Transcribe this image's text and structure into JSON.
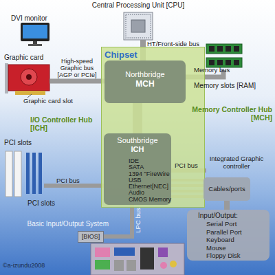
{
  "diagram": {
    "nodes": [
      {
        "text": [
          "Central Processing Unit [CPU]"
        ]
      },
      {
        "text": [
          "Graphic card"
        ]
      },
      {
        "text": [
          "Chipset"
        ]
      },
      {
        "text": [
          "Northbridge",
          "MCH"
        ],
        "in": 2
      },
      {
        "text": [
          "Memory slots [RAM]"
        ]
      },
      {
        "text": [
          "Southbridge",
          "ICH",
          "IDE",
          "SATA",
          "1394 \"FireWire",
          "USB",
          "Ethernet[NEC]",
          "Audio",
          "CMOS Memory"
        ],
        "in": 2
      },
      {
        "text": [
          "PCI slots"
        ]
      },
      {
        "text": [
          "Integrated Graphic controller"
        ]
      },
      {
        "text": [
          "Cables/ports"
        ]
      },
      {
        "text": [
          "Basic Input/Output System",
          "[BIOS]"
        ]
      },
      {
        "text": [
          "Input/Output:",
          "Serial Port",
          "Parallel Port",
          "Keyboard",
          "Mouse",
          "Floppy Disk"
        ]
      }
    ],
    "edges": [
      {
        "from": 0,
        "to": 3,
        "label": "HT/Front-side bus",
        "arrow": "none"
      },
      {
        "from": 1,
        "to": 3,
        "label": "High-speed Graphic bus [AGP or PCIe]",
        "arrow": "none"
      },
      {
        "from": 4,
        "to": 3,
        "label": "Memory bus",
        "arrow": "none"
      },
      {
        "from": 3,
        "to": 5,
        "arrow": "none"
      },
      {
        "from": 6,
        "to": 5,
        "label": "PCI bus",
        "arrow": "none"
      },
      {
        "from": 5,
        "to": 7,
        "label": "PCI bus",
        "arrow": "none"
      },
      {
        "from": 5,
        "to": 8,
        "arrow": "none"
      },
      {
        "from": 5,
        "to": 9,
        "label": "LPC bus",
        "arrow": "none"
      },
      {
        "from": 8,
        "to": 10,
        "arrow": "none"
      }
    ],
    "labels": [
      "DVI monitor",
      "Graphic card slot",
      "Memory Controller Hub [MCH]",
      "I/O Controller Hub [ICH]",
      "PCI slots",
      "©a-izundu2008"
    ]
  }
}
